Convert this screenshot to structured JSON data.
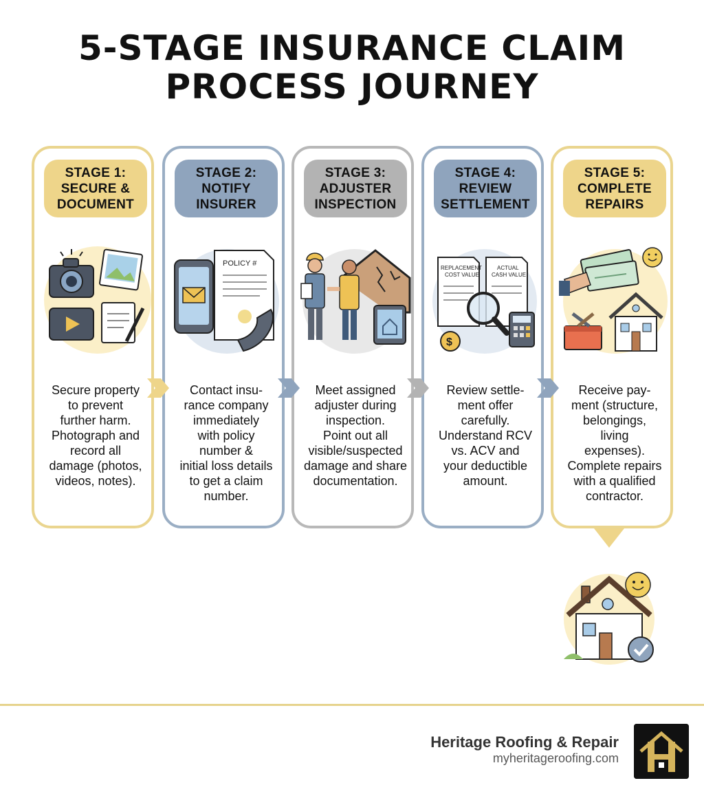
{
  "title": {
    "line1": "5-STAGE INSURANCE CLAIM",
    "line2": "PROCESS JOURNEY"
  },
  "stages": [
    {
      "badge": [
        "STAGE 1:",
        "SECURE &",
        "DOCUMENT"
      ],
      "description": [
        "Secure property",
        "to prevent",
        "further harm.",
        "Photograph and",
        "record all",
        "damage (photos,",
        "videos, notes)."
      ],
      "icons": [
        "camera-icon",
        "photo-icon",
        "video-icon",
        "notepad-icon"
      ]
    },
    {
      "badge": [
        "STAGE 2:",
        "NOTIFY",
        "INSURER"
      ],
      "description": [
        "Contact insu-",
        "rance company",
        "immediately",
        "with policy",
        "number &",
        "initial loss details",
        "to get a claim",
        "number."
      ],
      "policy_label": "POLICY #",
      "icons": [
        "smartphone-icon",
        "envelope-icon",
        "policy-document-icon",
        "telephone-icon"
      ]
    },
    {
      "badge": [
        "STAGE 3:",
        "ADJUSTER",
        "INSPECTION"
      ],
      "description": [
        "Meet assigned",
        "adjuster during",
        "inspection.",
        "Point out all",
        "visible/suspected",
        "damage and share",
        "documentation."
      ],
      "icons": [
        "adjuster-icon",
        "homeowner-icon",
        "damaged-roof-icon",
        "tablet-icon"
      ]
    },
    {
      "badge": [
        "STAGE 4:",
        "REVIEW",
        "SETTLEMENT"
      ],
      "description": [
        "Review settle-",
        "ment offer",
        "carefully.",
        "Understand RCV",
        "vs. ACV and",
        "your deductible",
        "amount."
      ],
      "doc_left": [
        "REPLACEMENT",
        "COST VALUE"
      ],
      "doc_right": [
        "ACTUAL",
        "CASH VALUE"
      ],
      "icons": [
        "document-icon",
        "magnifier-icon",
        "calculator-icon",
        "dollar-coin-icon"
      ]
    },
    {
      "badge": [
        "STAGE 5:",
        "COMPLETE",
        "REPAIRS"
      ],
      "description": [
        "Receive pay-",
        "ment (structure,",
        "belongings,",
        "living",
        "expenses).",
        "Complete repairs",
        "with a qualified",
        "contractor."
      ],
      "icons": [
        "check-payment-icon",
        "sun-icon",
        "toolbox-icon",
        "house-icon"
      ]
    }
  ],
  "final_icons": [
    "repaired-house-icon",
    "sun-icon",
    "checkmark-badge-icon"
  ],
  "footer": {
    "brand_name": "Heritage Roofing & Repair",
    "brand_url": "myheritageroofing.com"
  },
  "colors": {
    "gold": "#eed58a",
    "blue": "#8fa4bd",
    "gray": "#b3b3b3"
  }
}
